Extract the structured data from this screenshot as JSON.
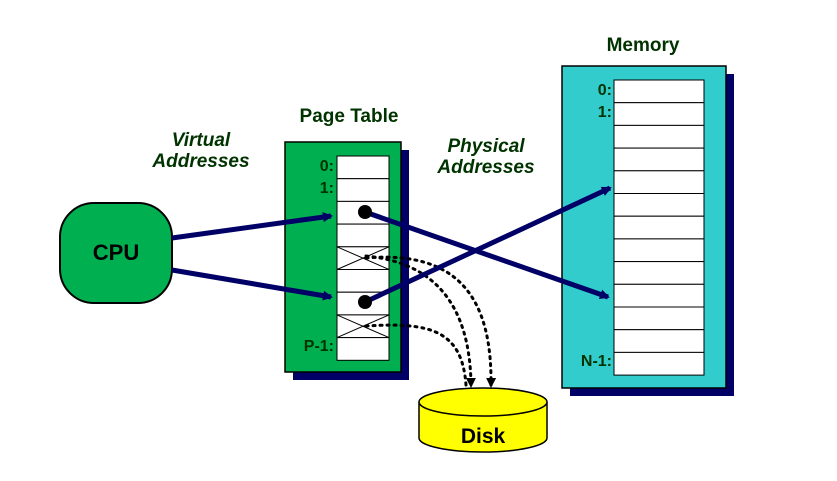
{
  "labels": {
    "cpu": "CPU",
    "virtual_line1": "Virtual",
    "virtual_line2": "Addresses",
    "physical_line1": "Physical",
    "physical_line2": "Addresses",
    "page_table_title": "Page Table",
    "memory_title": "Memory",
    "disk": "Disk",
    "pt_index_0": "0:",
    "pt_index_1": "1:",
    "pt_index_last": "P-1:",
    "mem_index_0": "0:",
    "mem_index_1": "1:",
    "mem_index_last": "N-1:"
  },
  "colors": {
    "green": "#00b050",
    "green_dark_text": "#003300",
    "cyan": "#33cccc",
    "navy": "#000066",
    "yellow": "#ffff00",
    "shadow": "#000066"
  }
}
